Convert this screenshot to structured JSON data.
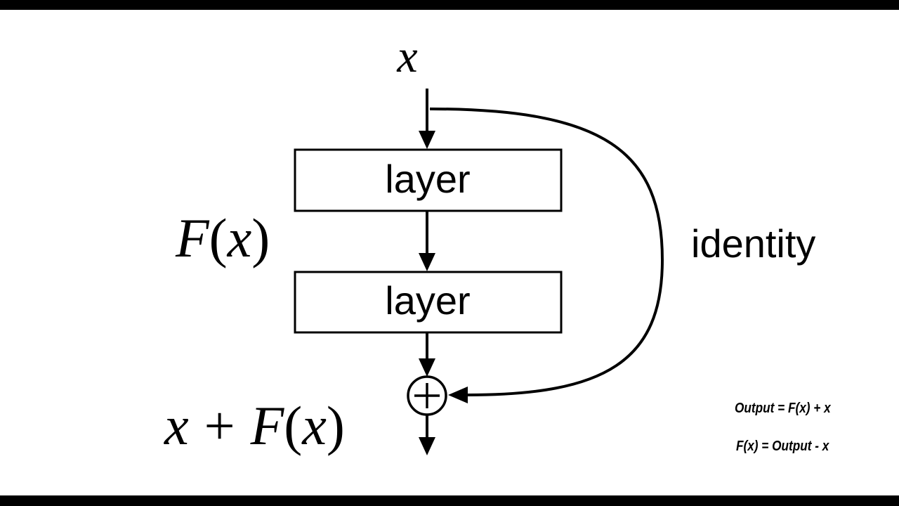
{
  "diagram": {
    "input_label": "x",
    "layer1_label": "layer",
    "layer2_label": "layer",
    "function_label": {
      "f": "F",
      "open": "(",
      "x": "x",
      "close": ")"
    },
    "skip_label": "identity",
    "sum_symbol": "+",
    "output_label": {
      "x": "x",
      "plus": "+",
      "f": "F",
      "open": "(",
      "inner_x": "x",
      "close": ")"
    }
  },
  "formulas": {
    "line1": "Output = F(x) + x",
    "line2": "F(x) = Output - x"
  },
  "colors": {
    "background": "#ffffff",
    "frame": "#000000",
    "ink": "#000000"
  }
}
